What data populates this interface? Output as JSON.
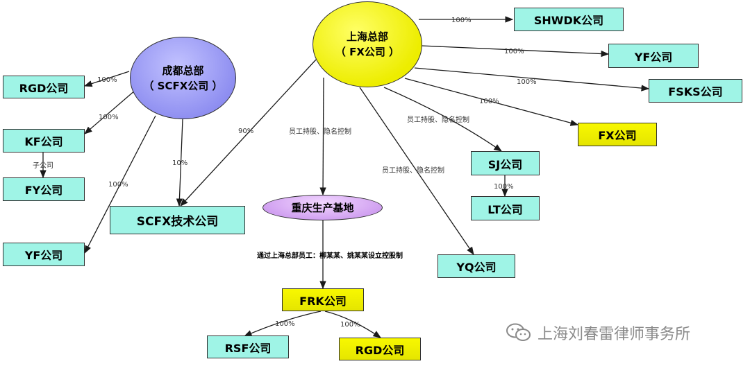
{
  "nodes": {
    "shanghai": {
      "line1": "上海总部",
      "line2": "（ FX公司 ）"
    },
    "chengdu": {
      "line1": "成都总部",
      "line2": "（ SCFX公司 ）"
    },
    "chongqing": {
      "label": "重庆生产基地"
    },
    "shwdk": "SHWDK公司",
    "yf_top": "YF公司",
    "fsks": "FSKS公司",
    "fx": "FX公司",
    "sj": "SJ公司",
    "lt": "LT公司",
    "yq": "YQ公司",
    "rgd_left": "RGD公司",
    "kf": "KF公司",
    "fy": "FY公司",
    "yf_left": "YF公司",
    "scfx_tech": "SCFX技术公司",
    "frk": "FRK公司",
    "rsf": "RSF公司",
    "rgd_bottom": "RGD公司"
  },
  "edges": {
    "sh_shwdk": "100%",
    "sh_yf": "100%",
    "sh_fsks": "100%",
    "sh_fx": "100%",
    "sh_sj": "员工持股、隐名控制",
    "sj_lt": "100%",
    "sh_yq": "员工持股、隐名控制",
    "sh_cq": "员工持股、隐名控制",
    "sh_scfx": "90%",
    "cd_rgd": "100%",
    "cd_kf": "100%",
    "kf_fy": "子公司",
    "cd_yf": "100%",
    "cd_scfx": "10%",
    "cq_frk": "通过上海总部员工：柳某某、姚某某设立控股制",
    "frk_rsf": "100%",
    "frk_rgd": "100%"
  },
  "watermark": "上海刘春雷律师事务所",
  "colors": {
    "teal_box": "#9ff4e6",
    "yellow_box": "#f2f200",
    "shanghai_ellipse": "#f4f400",
    "chengdu_ellipse": "#9a9af2",
    "chongqing_ellipse": "#d8a8f0",
    "line": "#1a1a1a"
  }
}
